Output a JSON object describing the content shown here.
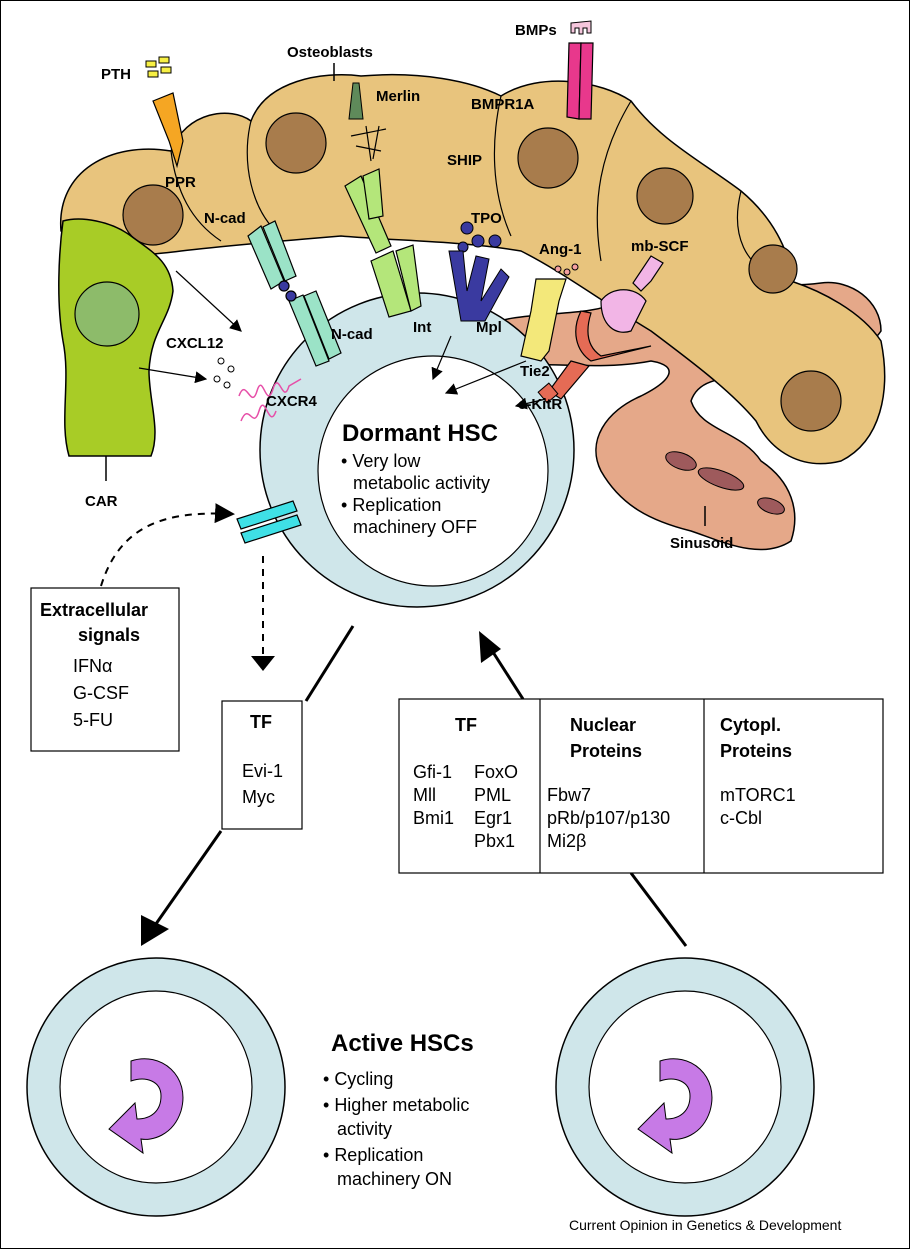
{
  "labels": {
    "pth": "PTH",
    "osteoblasts": "Osteoblasts",
    "bmps": "BMPs",
    "merlin": "Merlin",
    "bmpr1a": "BMPR1A",
    "ppr": "PPR",
    "ship": "SHIP",
    "ncad_top": "N-cad",
    "tpo": "TPO",
    "ang1": "Ang-1",
    "mbscf": "mb-SCF",
    "cxcl12": "CXCL12",
    "ncad_low": "N-cad",
    "int": "Int",
    "mpl": "Mpl",
    "tie2": "Tie2",
    "cxcr4": "CXCR4",
    "ckitr": "c-KitR",
    "car": "CAR",
    "sinusoid": "Sinusoid"
  },
  "dormant": {
    "title": "Dormant HSC",
    "bullets": [
      [
        "Very low",
        "metabolic activity"
      ],
      [
        "Replication",
        "machinery OFF"
      ]
    ]
  },
  "extracellular": {
    "title_lines": [
      "Extracellular",
      "signals"
    ],
    "items": [
      "IFNα",
      "G-CSF",
      "5-FU"
    ]
  },
  "tf_left": {
    "title": "TF",
    "items": [
      "Evi-1",
      "Myc"
    ]
  },
  "right_table": {
    "tf_title": "TF",
    "tf_col1": [
      "Gfi-1",
      "Mll",
      "Bmi1"
    ],
    "tf_col2": [
      "FoxO",
      "PML",
      "Egr1",
      "Pbx1"
    ],
    "nuclear_title": [
      "Nuclear",
      "Proteins"
    ],
    "nuclear_items": [
      "Fbw7",
      "pRb/p107/p130",
      "Mi2β"
    ],
    "cyto_title": [
      "Cytopl.",
      "Proteins"
    ],
    "cyto_items": [
      "mTORC1",
      "c-Cbl"
    ]
  },
  "active": {
    "title": "Active HSCs",
    "bullets": [
      [
        "Cycling"
      ],
      [
        "Higher metabolic",
        "activity"
      ],
      [
        "Replication",
        "machinery ON"
      ]
    ]
  },
  "credit": "Current Opinion in Genetics & Development",
  "colors": {
    "osteoblast": "#e8c47d",
    "nucleus": "#a87c4c",
    "car_cell": "#a8cc26",
    "car_nucleus": "#8dbb6a",
    "hsc": "#cfe6ea",
    "sinusoid": "#e5a889",
    "sinusoid_nucleus": "#9e5a5c",
    "ppr": "#f5a623",
    "bmpr": "#e8388c",
    "ncad": "#9be3c7",
    "integrin": "#b4e67a",
    "mpl": "#3a3aa0",
    "tie2": "#f3e87a",
    "ckit": "#e56b55",
    "scf": "#f2b5e6",
    "cxcr4": "#e64fa8",
    "receptor": "#3fe0e6",
    "arrow_curl": "#c77ae6"
  },
  "icons": [
    "down-arrow",
    "curved-cycle-arrow"
  ]
}
